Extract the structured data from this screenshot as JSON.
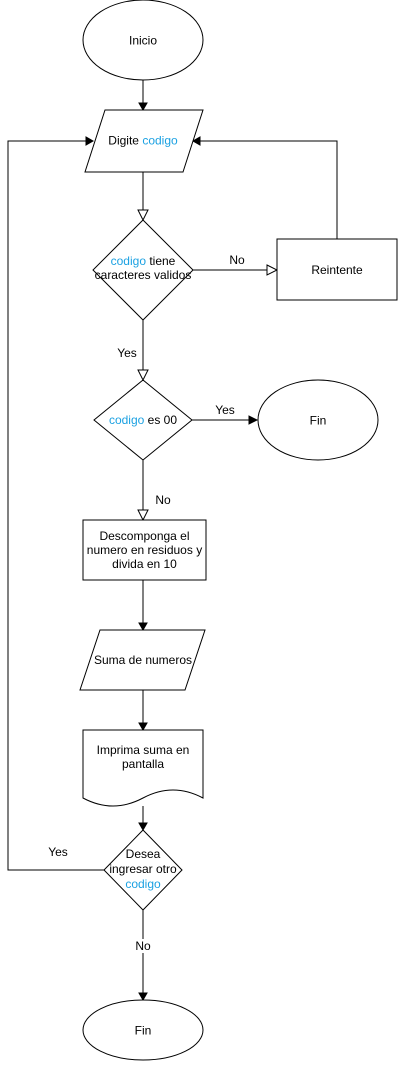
{
  "colors": {
    "highlight": "#1ba1e2",
    "stroke": "#000000",
    "fill": "#ffffff"
  },
  "nodes": {
    "start": {
      "text": "Inicio"
    },
    "input_code": {
      "prefix": "Digite ",
      "var": "codigo"
    },
    "check_valid": {
      "var": "codigo",
      "line1_suffix": " tiene",
      "line2": "caracteres validos"
    },
    "retry": {
      "text": "Reintente"
    },
    "check_zero": {
      "var": "codigo",
      "suffix": " es 00"
    },
    "end_early": {
      "text": "Fin"
    },
    "decompose": {
      "line1": "Descomponga el",
      "line2": "numero en residuos y",
      "line3": "divida en 10"
    },
    "sum_numbers": {
      "text": "Suma de numeros"
    },
    "print_sum": {
      "line1": "Imprima suma en",
      "line2": "pantalla"
    },
    "ask_again": {
      "line1": "Desea",
      "line2": "ingresar otro",
      "var": "codigo"
    },
    "end_final": {
      "text": "Fin"
    }
  },
  "edge_labels": {
    "valid_no": "No",
    "valid_yes": "Yes",
    "zero_yes": "Yes",
    "zero_no": "No",
    "again_yes": "Yes",
    "again_no": "No"
  }
}
